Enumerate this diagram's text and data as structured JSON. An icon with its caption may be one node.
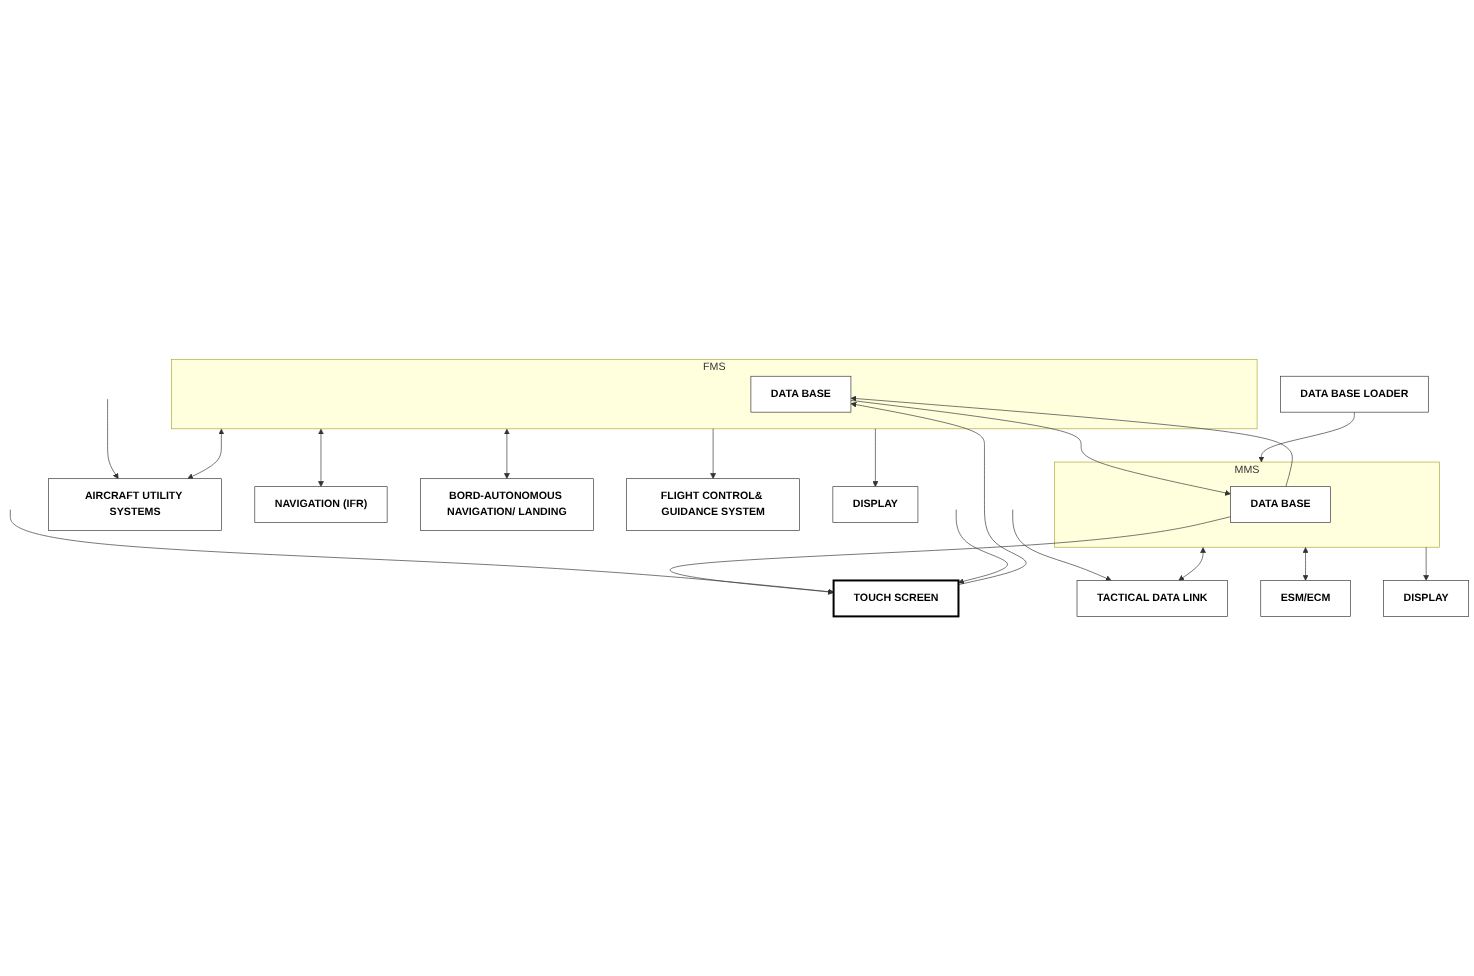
{
  "diagram": {
    "nodes": [
      {
        "text": [
          "AIRCRAFT UTILITY SYSTEMS"
        ]
      },
      {
        "text": [
          "NAVIGATION (IFR)"
        ]
      },
      {
        "text": [
          "BORD-AUTONOMOUS NAVIGATION/ LANDING"
        ]
      },
      {
        "text": [
          "TACTICAL DATA LINK"
        ]
      },
      {
        "text": [
          "ESM/ECM"
        ]
      },
      {
        "text": [
          "FLIGHT CONTROL& GUIDANCE SYSTEM"
        ]
      },
      {
        "text": [
          "FMS"
        ]
      },
      {
        "text": [
          "DATA BASE"
        ],
        "in": 6
      },
      {
        "text": [
          "MMS"
        ]
      },
      {
        "text": [
          "DATA BASE"
        ],
        "in": 8
      },
      {
        "text": [
          "DATA BASE LOADER"
        ]
      },
      {
        "text": [
          "DISPLAY"
        ]
      },
      {
        "text": [
          "DISPLAY"
        ]
      },
      {
        "text": [
          "TOUCH SCREEN"
        ]
      }
    ],
    "edges": [
      {
        "from": null,
        "to": 0,
        "arrow": "to"
      },
      {
        "from": 6,
        "to": 0,
        "arrow": "both"
      },
      {
        "from": 6,
        "to": 1,
        "arrow": "both"
      },
      {
        "from": 6,
        "to": 2,
        "arrow": "both"
      },
      {
        "from": 8,
        "to": 3,
        "arrow": "both"
      },
      {
        "from": null,
        "to": 3,
        "arrow": "to"
      },
      {
        "from": 8,
        "to": 4,
        "arrow": "both"
      },
      {
        "from": 6,
        "to": 5,
        "arrow": "to"
      },
      {
        "from": 9,
        "to": 7,
        "arrow": "to"
      },
      {
        "from": 7,
        "to": 9,
        "arrow": "to"
      },
      {
        "from": 10,
        "to": 8,
        "arrow": "to"
      },
      {
        "from": 6,
        "to": 11,
        "arrow": "to"
      },
      {
        "from": 13,
        "to": 7,
        "arrow": "to"
      },
      {
        "from": 9,
        "to": 13,
        "arrow": "to"
      },
      {
        "from": 8,
        "to": 12,
        "arrow": "to"
      },
      {
        "from": null,
        "to": 13,
        "arrow": "to"
      },
      {
        "from": null,
        "to": 13,
        "arrow": "to"
      }
    ]
  }
}
